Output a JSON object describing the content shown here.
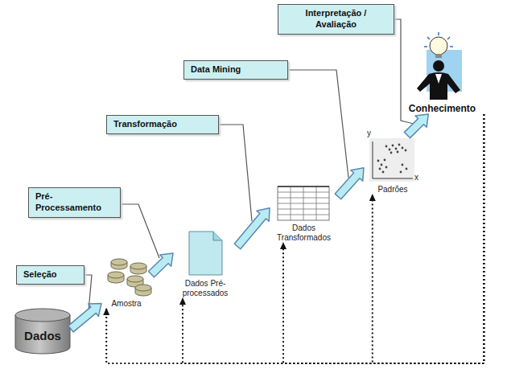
{
  "diagram": {
    "nodes": [
      {
        "text": [
          "Dados"
        ]
      },
      {
        "text": [
          "Seleção"
        ]
      },
      {
        "text": [
          "Amostra"
        ]
      },
      {
        "text": [
          "Pré-Processamento"
        ]
      },
      {
        "text": [
          "Dados Pré-processados"
        ]
      },
      {
        "text": [
          "Transformação"
        ]
      },
      {
        "text": [
          "Dados Transformados"
        ]
      },
      {
        "text": [
          "Data Mining"
        ]
      },
      {
        "text": [
          "Padrões"
        ]
      },
      {
        "text": [
          "Interpretação / Avaliação"
        ]
      },
      {
        "text": [
          "Conhecimento"
        ]
      }
    ],
    "edges": [
      {
        "from": 0,
        "to": 2,
        "arrow": "to"
      },
      {
        "from": 2,
        "to": 4,
        "arrow": "to"
      },
      {
        "from": 4,
        "to": 6,
        "arrow": "to"
      },
      {
        "from": 6,
        "to": 8,
        "arrow": "to"
      },
      {
        "from": 8,
        "to": 10,
        "arrow": "to"
      },
      {
        "from": 10,
        "to": 2,
        "arrow": "to"
      },
      {
        "from": 10,
        "to": 4,
        "arrow": "to"
      },
      {
        "from": 10,
        "to": 6,
        "arrow": "to"
      },
      {
        "from": 10,
        "to": 8,
        "arrow": "to"
      }
    ],
    "labels": [
      "y",
      "x"
    ]
  }
}
